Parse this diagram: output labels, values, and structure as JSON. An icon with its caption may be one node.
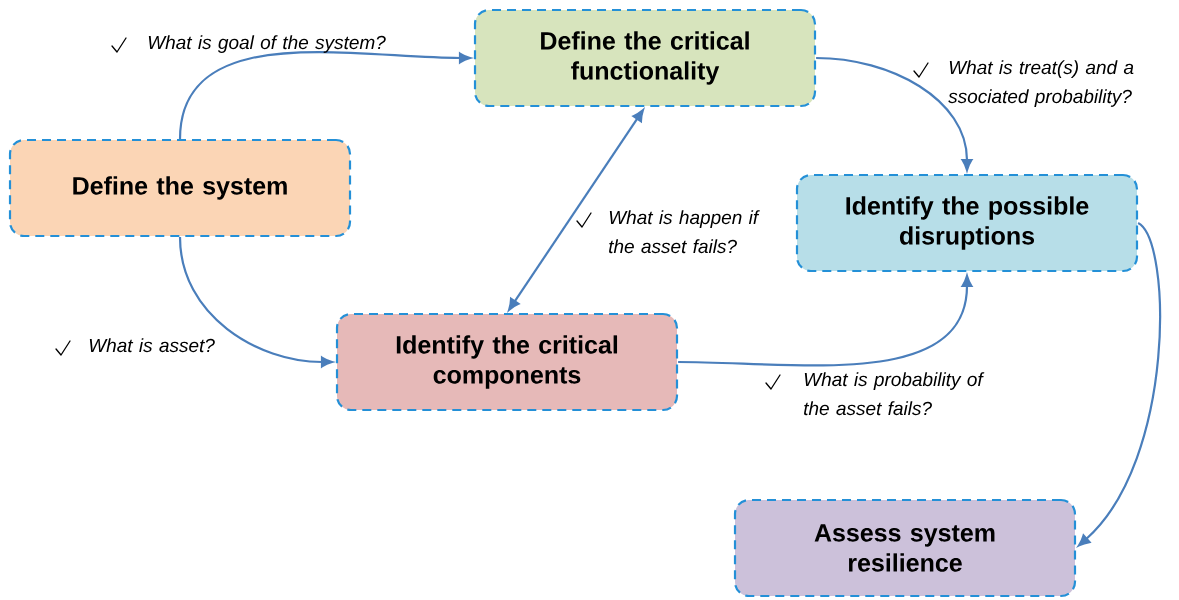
{
  "diagram": {
    "nodes": [
      {
        "text": [
          "Define the system"
        ]
      },
      {
        "text": [
          "Define the critical functionality"
        ]
      },
      {
        "text": [
          "Identify the critical components"
        ]
      },
      {
        "text": [
          "Identify the possible disruptions"
        ]
      },
      {
        "text": [
          "Assess system resilience"
        ]
      }
    ],
    "edges": [
      {
        "from": 0,
        "to": 1,
        "arrow": "to",
        "label": "What is goal of the system?"
      },
      {
        "from": 0,
        "to": 2,
        "arrow": "to",
        "label": "What is asset?"
      },
      {
        "from": 2,
        "to": 1,
        "arrow": "both",
        "label": "What is happen if the asset fails?"
      },
      {
        "from": 1,
        "to": 3,
        "arrow": "to",
        "label": "What is treat(s) and a ssociated probability?"
      },
      {
        "from": 2,
        "to": 3,
        "arrow": "to",
        "label": "What is probability of the asset fails?"
      },
      {
        "from": 3,
        "to": 4,
        "arrow": "to"
      }
    ]
  }
}
